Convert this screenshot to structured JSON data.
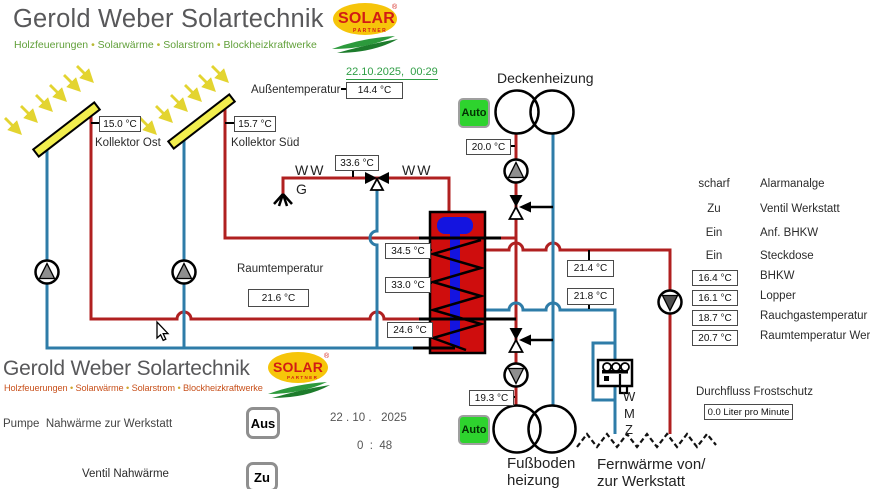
{
  "logo_top": {
    "title": "Gerold Weber Solartechnik",
    "words": [
      "Holzfeuerungen",
      "Solarwärme",
      "Solarstrom",
      "Blockheizkraftwerke"
    ],
    "bullet": "•"
  },
  "logo_bottom": {
    "title": "Gerold Weber Solartechnik",
    "words": [
      "Holzfeuerungen",
      "Solarwärme",
      "Solarstrom",
      "Blockheizkraftwerke"
    ],
    "bullet": "•"
  },
  "badge_top": {
    "name": "SOLAR",
    "sub": "PARTNER",
    "reg": "®"
  },
  "badge_bottom": {
    "name": "SOLAR",
    "sub": "PARTNER",
    "reg": "®"
  },
  "header": {
    "datetime": "22.10.2025,  00:29",
    "outdoor_label": "Außentemperatur",
    "outdoor_value": "14.4 °C"
  },
  "collectors": {
    "ost": {
      "label": "Kollektor Ost",
      "temp": "15.0 °C"
    },
    "sued": {
      "label": "Kollektor Süd",
      "temp": "15.7 °C"
    }
  },
  "ww": {
    "left": "WW",
    "right": "WW",
    "g": "G",
    "temp": "33.6 °C"
  },
  "tank": {
    "temp_top": "34.5 °C",
    "temp_middle": "33.0 °C",
    "temp_bottom": "24.6 °C"
  },
  "room": {
    "label": "Raumtemperatur",
    "value": "21.6 °C"
  },
  "ceiling": {
    "label": "Deckenheizung",
    "auto": "Auto",
    "supply_temp": "20.0 °C"
  },
  "floor": {
    "label1": "Fußboden",
    "label2": "heizung",
    "auto": "Auto",
    "supply_temp": "19.3 °C"
  },
  "district": {
    "label1": "Fernwärme von/",
    "label2": "zur Werkstatt",
    "wmz": [
      "W",
      "M",
      "Z"
    ],
    "supply_temp": "21.4 °C",
    "return_temp": "21.8 °C"
  },
  "status": {
    "rows": [
      {
        "state": "scharf",
        "label": "Alarmanalge"
      },
      {
        "state": "Zu",
        "label": "Ventil Werkstatt"
      },
      {
        "state": "Ein",
        "label": "Anf. BHKW"
      },
      {
        "state": "Ein",
        "label": "Steckdose"
      }
    ],
    "temps": [
      {
        "value": "16.4 °C",
        "label": "BHKW"
      },
      {
        "value": "16.1 °C",
        "label": "Lopper"
      },
      {
        "value": "18.7 °C",
        "label": "Rauchgastemperatur"
      },
      {
        "value": "20.7 °C",
        "label": "Raumtemperatur Werkstatt"
      }
    ]
  },
  "flow": {
    "label": "Durchfluss Frostschutz",
    "value": "0.0 Liter pro Minute"
  },
  "controls": {
    "pump_label": "Pumpe  Nahwärme zur Werkstatt",
    "pump_state": "Aus",
    "valve_label": "Ventil Nahwärme",
    "valve_state": "Zu",
    "date": "22 . 10 .   2025",
    "time": "0  :  48"
  }
}
